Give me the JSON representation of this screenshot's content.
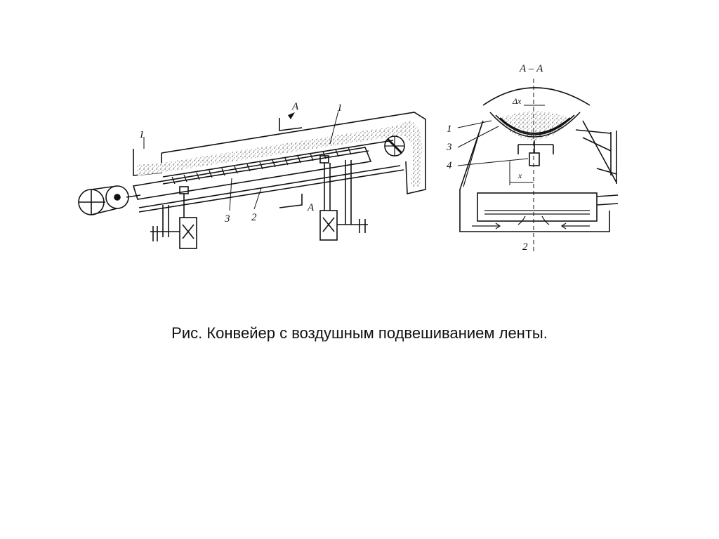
{
  "caption": "Рис. Конвейер с воздушным подвешиванием ленты.",
  "side_view": {
    "labels": [
      "1",
      "2",
      "3",
      "1",
      "A",
      "A"
    ]
  },
  "section_view": {
    "title": "А – А",
    "labels": [
      "1",
      "3",
      "4",
      "2",
      "Δx",
      "x"
    ]
  }
}
